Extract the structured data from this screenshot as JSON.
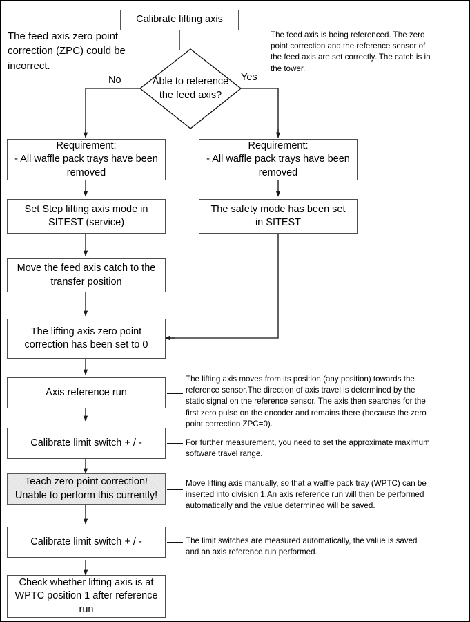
{
  "diagram": {
    "title_node": "Calibrate lifting axis",
    "decision": "Able to reference\nthe feed axis?",
    "branch_no": "No",
    "branch_yes": "Yes",
    "note_left": "The feed axis zero point\ncorrection (ZPC) could be\nincorrect.",
    "note_right": "The feed axis is being referenced. The zero\npoint correction and the reference sensor of\nthe feed axis are set correctly. The catch is in\nthe tower.",
    "left_column": [
      "Requirement:\n- All waffle pack trays have been\nremoved",
      "Set Step lifting axis mode in\nSITEST (service)",
      "Move the feed axis catch to the\ntransfer position"
    ],
    "right_column": [
      "Requirement:\n- All waffle pack trays have been\nremoved",
      "The safety mode has been set\nin SITEST"
    ],
    "main_column": [
      "The lifting axis zero point\ncorrection has been set to 0",
      "Axis reference run",
      "Calibrate limit switch + / -",
      "Teach zero point correction!\nUnable to perform this currently!",
      "Calibrate limit switch + / -",
      "Check whether lifting axis is at\nWPTC position 1 after reference\nrun"
    ],
    "annotations": [
      "The lifting axis moves from its position (any position) towards the\nreference sensor.The direction of axis travel is determined by the\nstatic signal on the reference sensor. The axis then searches for the\nfirst zero pulse on the encoder and remains there (because the zero\npoint correction ZPC=0).",
      "For further measurement, you need to set the approximate maximum\nsoftware travel range.",
      "Move lifting axis manually, so that a waffle pack tray (WPTC) can be\ninserted into division 1.An axis reference run will then be performed\nautomatically and the value determined will be saved.",
      "The limit switches are measured automatically, the value is saved\n and an axis reference run performed."
    ],
    "colors": {
      "stroke": "#4d4d4d",
      "line": "#3a3a3a",
      "shaded_fill": "#ececec",
      "background": "#ffffff",
      "text": "#000000"
    }
  }
}
